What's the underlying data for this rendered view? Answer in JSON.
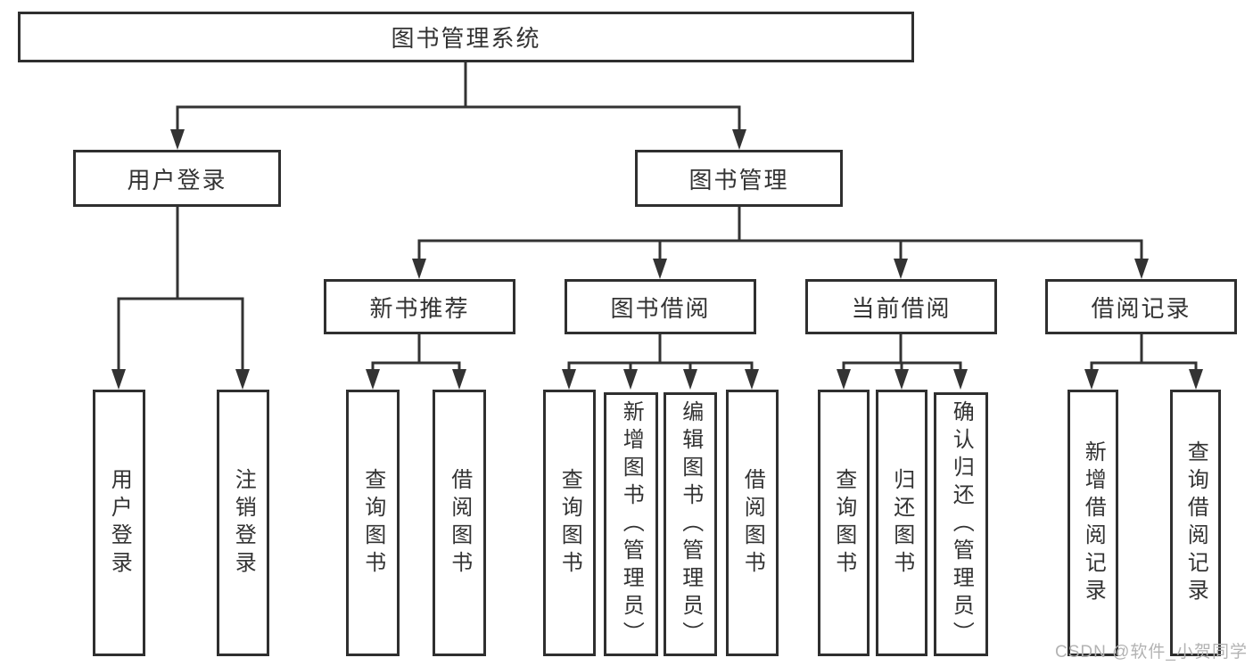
{
  "diagram": {
    "root": {
      "label": "图书管理系统"
    },
    "branch_user_login": {
      "label": "用户登录",
      "children": [
        {
          "label": "用户登录"
        },
        {
          "label": "注销登录"
        }
      ]
    },
    "branch_book_management": {
      "label": "图书管理",
      "sections": [
        {
          "label": "新书推荐",
          "children": [
            {
              "label": "查询图书"
            },
            {
              "label": "借阅图书"
            }
          ]
        },
        {
          "label": "图书借阅",
          "children": [
            {
              "label": "查询图书"
            },
            {
              "label": "新增图书（管理员）"
            },
            {
              "label": "编辑图书（管理员）"
            },
            {
              "label": "借阅图书"
            }
          ]
        },
        {
          "label": "当前借阅",
          "children": [
            {
              "label": "查询图书"
            },
            {
              "label": "归还图书"
            },
            {
              "label": "确认归还（管理员）"
            }
          ]
        },
        {
          "label": "借阅记录",
          "children": [
            {
              "label": "新增借阅记录"
            },
            {
              "label": "查询借阅记录"
            }
          ]
        }
      ]
    }
  },
  "watermark": {
    "text": "CSDN @软件_小贺同学"
  },
  "colors": {
    "line": "#333333",
    "box_border": "#2f2f2f",
    "box_fill": "#ffffff",
    "text": "#333333",
    "watermark": "#b3b3b3",
    "background": "#ffffff"
  }
}
